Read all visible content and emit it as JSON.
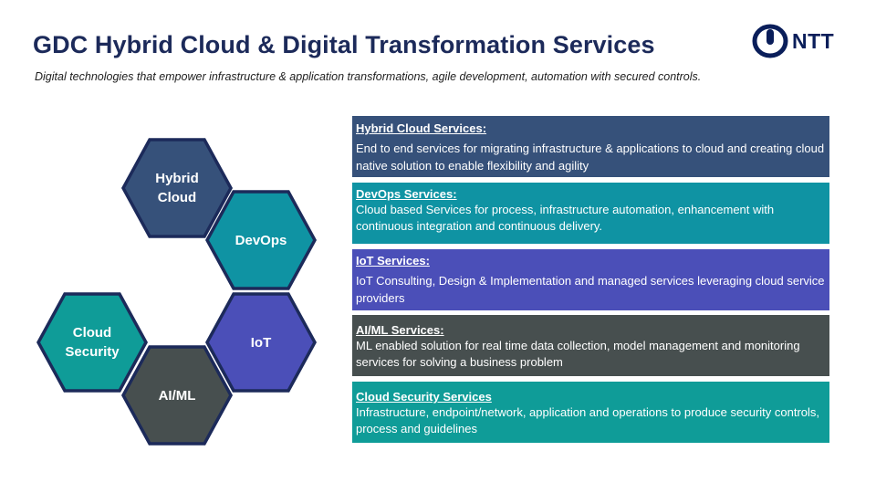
{
  "header": {
    "title": "GDC Hybrid Cloud & Digital Transformation Services",
    "subtitle": "Digital technologies that empower infrastructure & application transformations, agile development, automation with secured controls.",
    "logo_text": "NTT",
    "logo_icon": "ntt-logo-icon"
  },
  "colors": {
    "navy": "#36517a",
    "teal": "#0f93a3",
    "indigo": "#4b4fb8",
    "charcoal": "#474f4f",
    "green_teal": "#0f9c98",
    "hex_outline": "#1c2a5a",
    "title": "#1c2a5a"
  },
  "hexagons": [
    {
      "id": "hybrid-cloud",
      "label": "Hybrid\nCloud",
      "color": "#36517a"
    },
    {
      "id": "devops",
      "label": "DevOps",
      "color": "#0f93a3"
    },
    {
      "id": "iot",
      "label": "IoT",
      "color": "#4b4fb8"
    },
    {
      "id": "cloud-security",
      "label": "Cloud\nSecurity",
      "color": "#0f9c98"
    },
    {
      "id": "ai-ml",
      "label": "AI/ML",
      "color": "#474f4f"
    }
  ],
  "services": [
    {
      "title": "Hybrid Cloud Services:",
      "description": "End to end services for migrating infrastructure & applications to cloud and creating cloud native solution to enable flexibility and agility",
      "color": "#36517a"
    },
    {
      "title": "DevOps Services:",
      "description": "Cloud based Services for process, infrastructure automation, enhancement with continuous integration and continuous delivery.",
      "color": "#0f93a3"
    },
    {
      "title": "IoT Services:",
      "description": "IoT Consulting, Design & Implementation and managed services leveraging cloud service providers",
      "color": "#4b4fb8"
    },
    {
      "title": "AI/ML Services:",
      "description": "ML enabled solution for real time data collection, model management and monitoring services for solving a business problem",
      "color": "#474f4f"
    },
    {
      "title": "Cloud Security Services",
      "description": "Infrastructure, endpoint/network, application and operations to produce security controls, process and guidelines",
      "color": "#0f9c98"
    }
  ]
}
